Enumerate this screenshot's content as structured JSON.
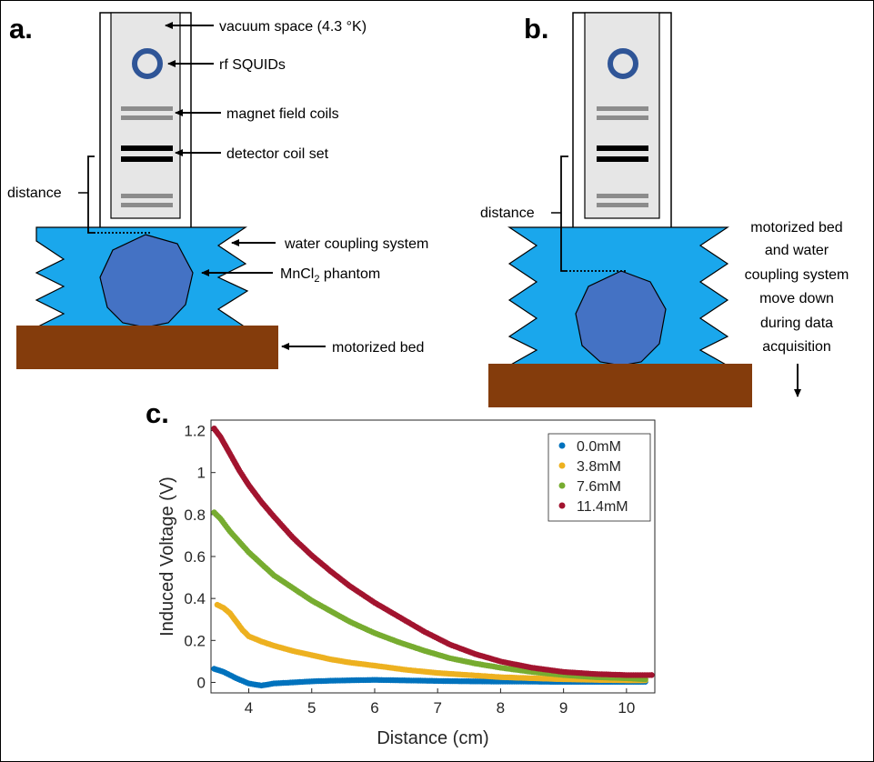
{
  "panel_a": {
    "label": "a.",
    "annotations": {
      "vacuum": "vacuum space (4.3 °K)",
      "squids": "rf SQUIDs",
      "magnet_coils": "magnet field coils",
      "detector_coils": "detector coil set",
      "distance": "distance",
      "water_coupling": "water coupling system",
      "phantom_prefix": "MnCl",
      "phantom_sub": "2",
      "phantom_suffix": " phantom",
      "bed": "motorized bed"
    }
  },
  "panel_b": {
    "label": "b.",
    "annotations": {
      "distance": "distance",
      "motion_lines": [
        "motorized bed",
        "and water",
        "coupling system",
        "move down",
        "during data",
        "acquisition"
      ]
    }
  },
  "colors": {
    "water": "#1aa7ec",
    "phantom": "#4472c4",
    "bed": "#843c0c",
    "dewar": "#e6e6e6",
    "squid_ring": "#2f5597",
    "magnet_coil": "#8c8c8c",
    "detector_coil": "#000000"
  },
  "chart_data": {
    "label": "c.",
    "type": "scatter",
    "xlabel": "Distance (cm)",
    "ylabel": "Induced Voltage (V)",
    "xlim": [
      3.4,
      10.45
    ],
    "ylim": [
      -0.05,
      1.25
    ],
    "xticks": [
      4,
      5,
      6,
      7,
      8,
      9,
      10
    ],
    "yticks": [
      0,
      0.2,
      0.4,
      0.6,
      0.8,
      1,
      1.2
    ],
    "ytick_labels": [
      "0",
      "0.2",
      "0.4",
      "0.6",
      "0.8",
      "1",
      "1.2"
    ],
    "legend_position": "top-right",
    "grid": false,
    "series": [
      {
        "name": "0.0mM",
        "color": "#0072bd",
        "x": [
          3.45,
          3.6,
          3.8,
          4.0,
          4.2,
          4.4,
          4.7,
          5.0,
          5.3,
          5.6,
          6.0,
          6.4,
          6.8,
          7.2,
          7.6,
          8.0,
          8.4,
          8.8,
          9.2,
          9.6,
          10.0,
          10.3
        ],
        "y": [
          0.065,
          0.05,
          0.02,
          -0.005,
          -0.015,
          -0.005,
          0.0,
          0.005,
          0.008,
          0.01,
          0.012,
          0.01,
          0.008,
          0.006,
          0.005,
          0.004,
          0.004,
          0.003,
          0.003,
          0.003,
          0.003,
          0.003
        ]
      },
      {
        "name": "3.8mM",
        "color": "#edb120",
        "x": [
          3.5,
          3.6,
          3.7,
          3.8,
          3.9,
          4.0,
          4.2,
          4.4,
          4.7,
          5.0,
          5.3,
          5.6,
          6.0,
          6.5,
          7.0,
          7.5,
          8.0,
          8.5,
          9.0,
          9.5,
          10.0,
          10.3
        ],
        "y": [
          0.37,
          0.355,
          0.33,
          0.29,
          0.25,
          0.22,
          0.195,
          0.175,
          0.15,
          0.13,
          0.11,
          0.095,
          0.08,
          0.06,
          0.045,
          0.035,
          0.025,
          0.02,
          0.015,
          0.012,
          0.01,
          0.01
        ]
      },
      {
        "name": "7.6mM",
        "color": "#77ac30",
        "x": [
          3.45,
          3.55,
          3.7,
          3.85,
          4.0,
          4.2,
          4.4,
          4.7,
          5.0,
          5.3,
          5.6,
          6.0,
          6.4,
          6.8,
          7.2,
          7.6,
          8.0,
          8.5,
          9.0,
          9.5,
          10.0,
          10.3
        ],
        "y": [
          0.81,
          0.78,
          0.72,
          0.67,
          0.62,
          0.565,
          0.51,
          0.45,
          0.39,
          0.34,
          0.29,
          0.235,
          0.19,
          0.15,
          0.115,
          0.09,
          0.07,
          0.05,
          0.035,
          0.025,
          0.02,
          0.015
        ]
      },
      {
        "name": "11.4mM",
        "color": "#a2142f",
        "x": [
          3.45,
          3.55,
          3.7,
          3.85,
          4.0,
          4.2,
          4.4,
          4.7,
          5.0,
          5.3,
          5.6,
          6.0,
          6.4,
          6.8,
          7.2,
          7.6,
          8.0,
          8.5,
          9.0,
          9.5,
          10.0,
          10.4
        ],
        "y": [
          1.21,
          1.17,
          1.09,
          1.01,
          0.94,
          0.86,
          0.79,
          0.69,
          0.605,
          0.53,
          0.46,
          0.38,
          0.31,
          0.24,
          0.18,
          0.135,
          0.1,
          0.07,
          0.05,
          0.04,
          0.035,
          0.035
        ]
      }
    ]
  }
}
